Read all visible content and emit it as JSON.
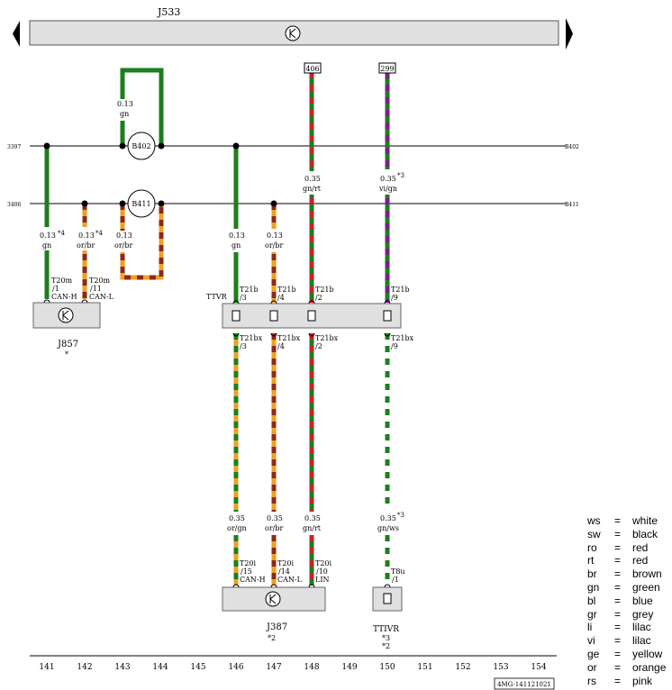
{
  "header": {
    "unit": "J533"
  },
  "refs": {
    "top_red": "406",
    "top_purple": "299"
  },
  "buses": {
    "upper": {
      "left_label": "3397",
      "right_label": "B402"
    },
    "lower": {
      "left_label": "3406",
      "right_label": "B411"
    }
  },
  "splices": {
    "upper": "B402",
    "lower": "B411"
  },
  "wires": {
    "w141": {
      "gauge": "0.13",
      "color": "gn",
      "note": "*4"
    },
    "w142": {
      "gauge": "0.13",
      "color": "or/br",
      "note": "*4"
    },
    "loop_gn": {
      "gauge": "0.13",
      "color": "gn"
    },
    "loop_orbr": {
      "gauge": "0.13",
      "color": "or/br"
    },
    "w146_top": {
      "gauge": "0.13",
      "color": "gn"
    },
    "w147_top": {
      "gauge": "0.13",
      "color": "or/br"
    },
    "w148_top": {
      "gauge": "0.35",
      "color": "gn/rt"
    },
    "w150_top": {
      "gauge": "0.35",
      "color": "vi/gn",
      "note": "*3"
    },
    "w146_bot": {
      "gauge": "0.35",
      "color": "or/gn"
    },
    "w147_bot": {
      "gauge": "0.35",
      "color": "or/br"
    },
    "w148_bot": {
      "gauge": "0.35",
      "color": "gn/rt"
    },
    "w150_bot": {
      "gauge": "0.35",
      "color": "gn/ws",
      "note": "*3"
    }
  },
  "connectors": {
    "j857_a": {
      "name": "T20m",
      "pin": "/1",
      "signal": "CAN-H"
    },
    "j857_b": {
      "name": "T20m",
      "pin": "/11",
      "signal": "CAN-L"
    },
    "ttvr_label": "TTVR",
    "t21b_3": {
      "name": "T21b",
      "pin": "/3"
    },
    "t21b_4": {
      "name": "T21b",
      "pin": "/4"
    },
    "t21b_2": {
      "name": "T21b",
      "pin": "/2"
    },
    "t21b_9": {
      "name": "T21b",
      "pin": "/9"
    },
    "t21bx_3": {
      "name": "T21bx",
      "pin": "/3"
    },
    "t21bx_4": {
      "name": "T21bx",
      "pin": "/4"
    },
    "t21bx_2": {
      "name": "T21bx",
      "pin": "/2"
    },
    "t21bx_9": {
      "name": "T21bx",
      "pin": "/9"
    },
    "t20i_15": {
      "name": "T20i",
      "pin": "/15",
      "signal": "CAN-H"
    },
    "t20i_14": {
      "name": "T20i",
      "pin": "/14",
      "signal": "CAN-L"
    },
    "t20i_10": {
      "name": "T20i",
      "pin": "/10",
      "signal": "LIN"
    },
    "t8u_1": {
      "name": "T8u",
      "pin": "/1"
    }
  },
  "components": {
    "j857": {
      "label": "J857",
      "note": "*"
    },
    "j387": {
      "label": "J387",
      "note": "*2"
    },
    "ttivr": {
      "label": "TTIVR",
      "note1": "*3",
      "note2": "*2"
    }
  },
  "tracks": [
    "141",
    "142",
    "143",
    "144",
    "145",
    "146",
    "147",
    "148",
    "149",
    "150",
    "151",
    "152",
    "153",
    "154"
  ],
  "doc_code": "4MG-141121021",
  "legend": [
    {
      "code": "ws",
      "eq": "=",
      "name": "white"
    },
    {
      "code": "sw",
      "eq": "=",
      "name": "black"
    },
    {
      "code": "ro",
      "eq": "=",
      "name": "red"
    },
    {
      "code": "rt",
      "eq": "=",
      "name": "red"
    },
    {
      "code": "br",
      "eq": "=",
      "name": "brown"
    },
    {
      "code": "gn",
      "eq": "=",
      "name": "green"
    },
    {
      "code": "bl",
      "eq": "=",
      "name": "blue"
    },
    {
      "code": "gr",
      "eq": "=",
      "name": "grey"
    },
    {
      "code": "li",
      "eq": "=",
      "name": "lilac"
    },
    {
      "code": "vi",
      "eq": "=",
      "name": "lilac"
    },
    {
      "code": "ge",
      "eq": "=",
      "name": "yellow"
    },
    {
      "code": "or",
      "eq": "=",
      "name": "orange"
    },
    {
      "code": "rs",
      "eq": "=",
      "name": "pink"
    }
  ],
  "colors": {
    "green": "#1e7d1e",
    "orange": "#f0a020",
    "red": "#c8202a",
    "purple": "#7a1e8c",
    "box": "#e0e0e0"
  }
}
